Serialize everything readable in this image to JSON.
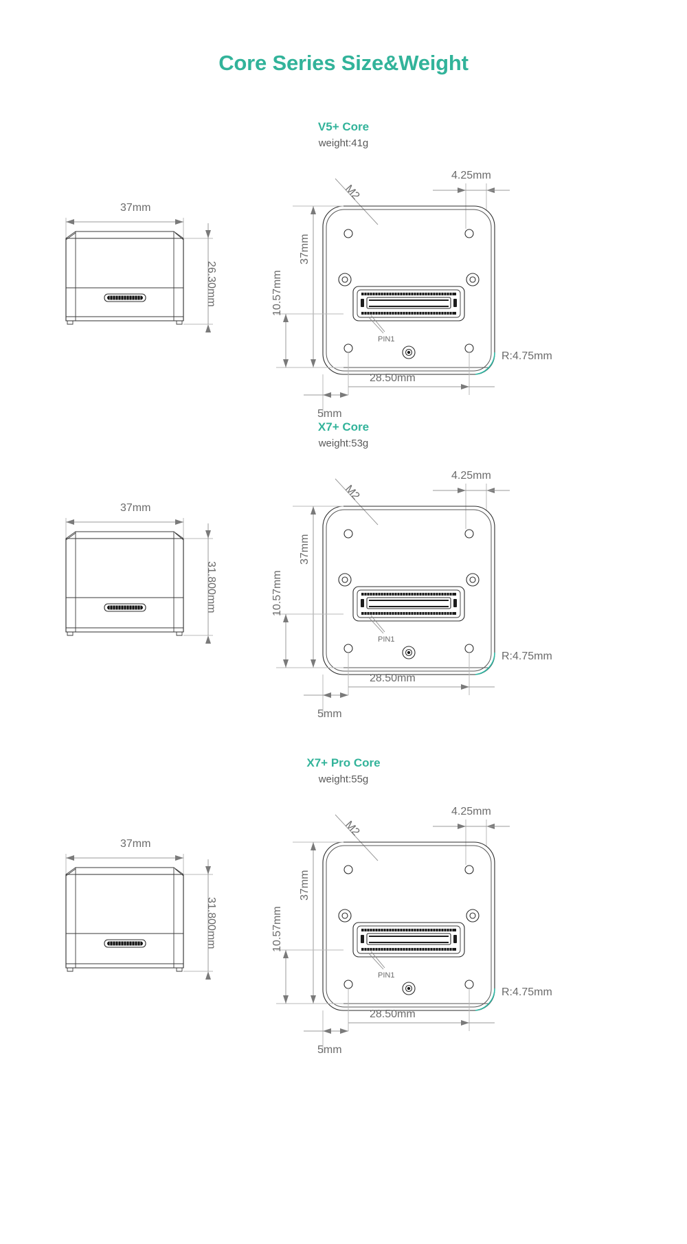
{
  "page": {
    "title": "Core Series Size&Weight",
    "accent_color": "#32b39a",
    "text_color": "#6b6b6b",
    "background": "#ffffff"
  },
  "sections": [
    {
      "name": "V5+ Core",
      "weight": "weight:41g",
      "side_view": {
        "width_label": "37mm",
        "height_label": "26.30mm"
      },
      "bottom_view": {
        "screw_label": "M2",
        "edge_offset_label": "4.25mm",
        "height_label": "37mm",
        "lower_height_label": "10.57mm",
        "connector_pin_label": "PIN1",
        "corner_radius_label": "R:4.75mm",
        "width_label": "28.50mm",
        "inset_label": "5mm"
      }
    },
    {
      "name": "X7+ Core",
      "weight": "weight:53g",
      "side_view": {
        "width_label": "37mm",
        "height_label": "31.800mm"
      },
      "bottom_view": {
        "screw_label": "M2",
        "edge_offset_label": "4.25mm",
        "height_label": "37mm",
        "lower_height_label": "10.57mm",
        "connector_pin_label": "PIN1",
        "corner_radius_label": "R:4.75mm",
        "width_label": "28.50mm",
        "inset_label": "5mm"
      }
    },
    {
      "name": "X7+ Pro Core",
      "weight": "weight:55g",
      "side_view": {
        "width_label": "37mm",
        "height_label": "31.800mm"
      },
      "bottom_view": {
        "screw_label": "M2",
        "edge_offset_label": "4.25mm",
        "height_label": "37mm",
        "lower_height_label": "10.57mm",
        "connector_pin_label": "PIN1",
        "corner_radius_label": "R:4.75mm",
        "width_label": "28.50mm",
        "inset_label": "5mm"
      }
    }
  ]
}
